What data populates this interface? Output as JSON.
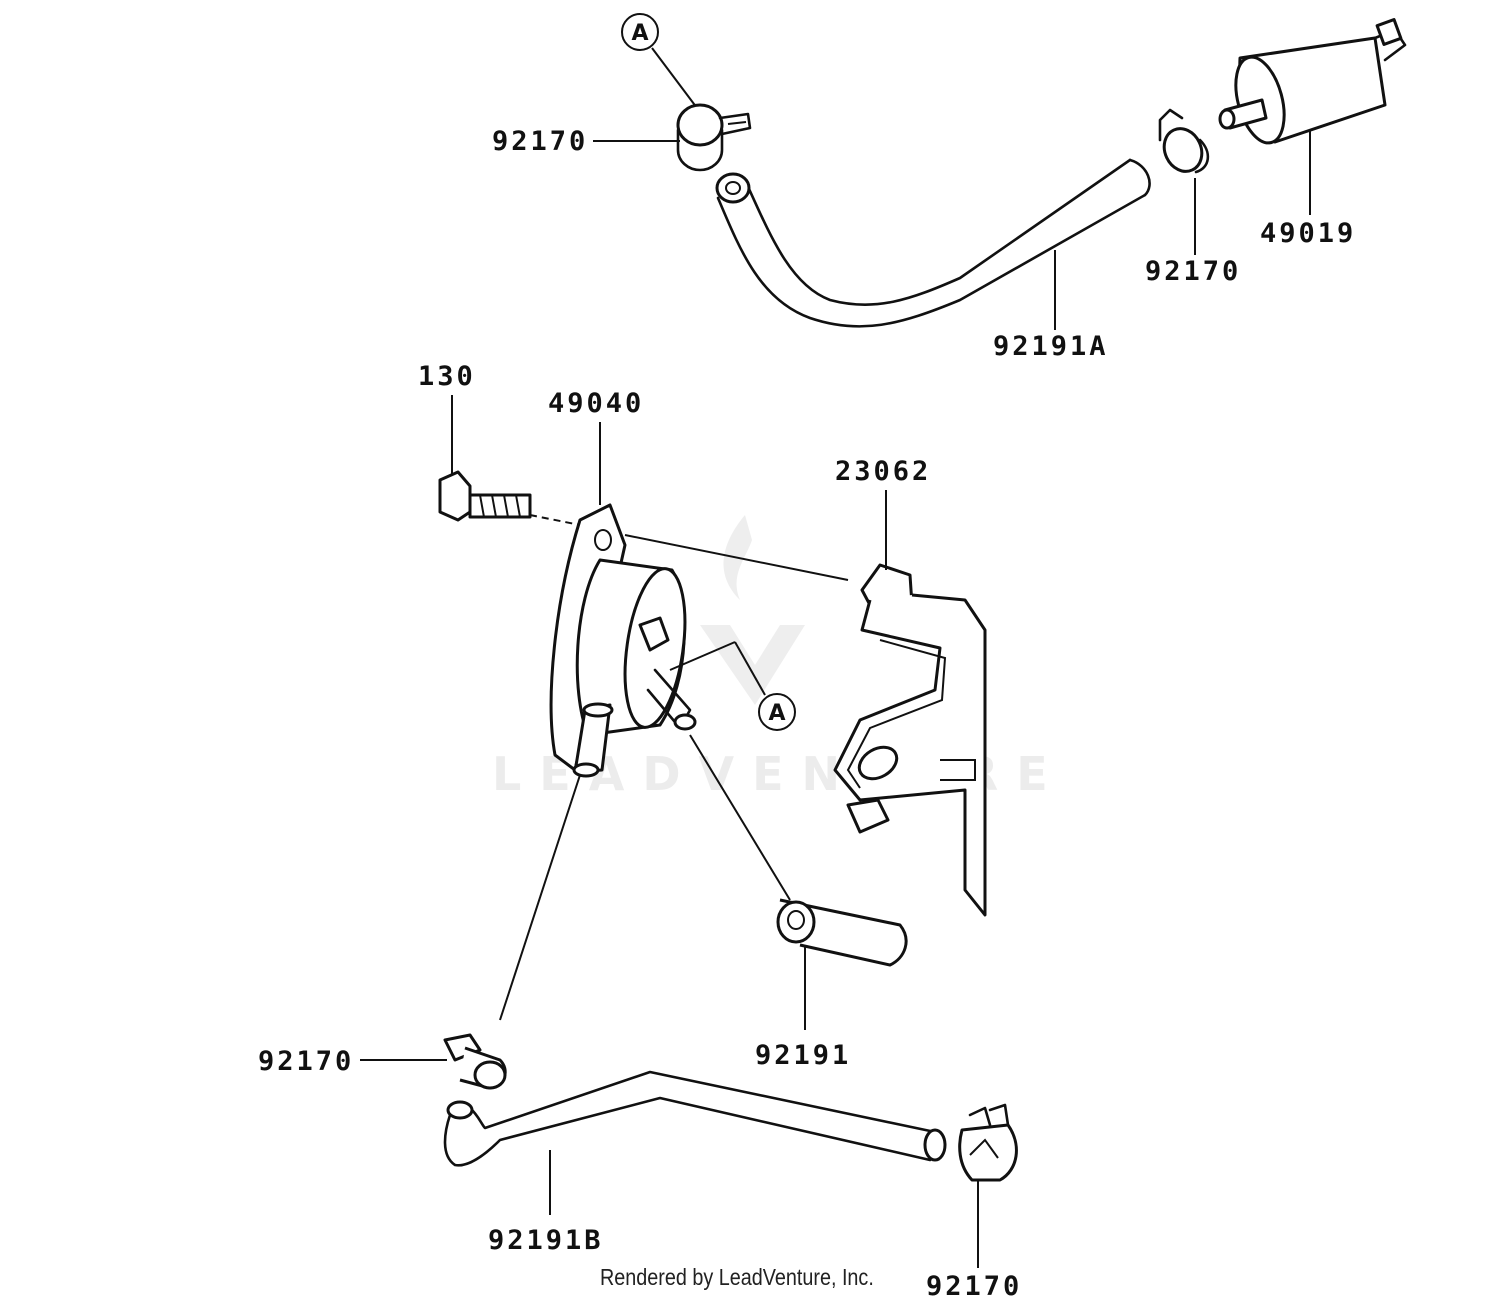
{
  "diagram": {
    "watermark_text": "LEADVENTURE",
    "credit": "Rendered by LeadVenture, Inc.",
    "callout_letter": "A",
    "parts": {
      "clamp_top": "92170",
      "clamp_filter": "92170",
      "filter": "49019",
      "hose_a": "92191A",
      "bolt": "130",
      "pump": "49040",
      "bracket_nut": "23062",
      "hose": "92191",
      "clamp_lower_left": "92170",
      "hose_b": "92191B",
      "clamp_lower_right": "92170"
    }
  }
}
